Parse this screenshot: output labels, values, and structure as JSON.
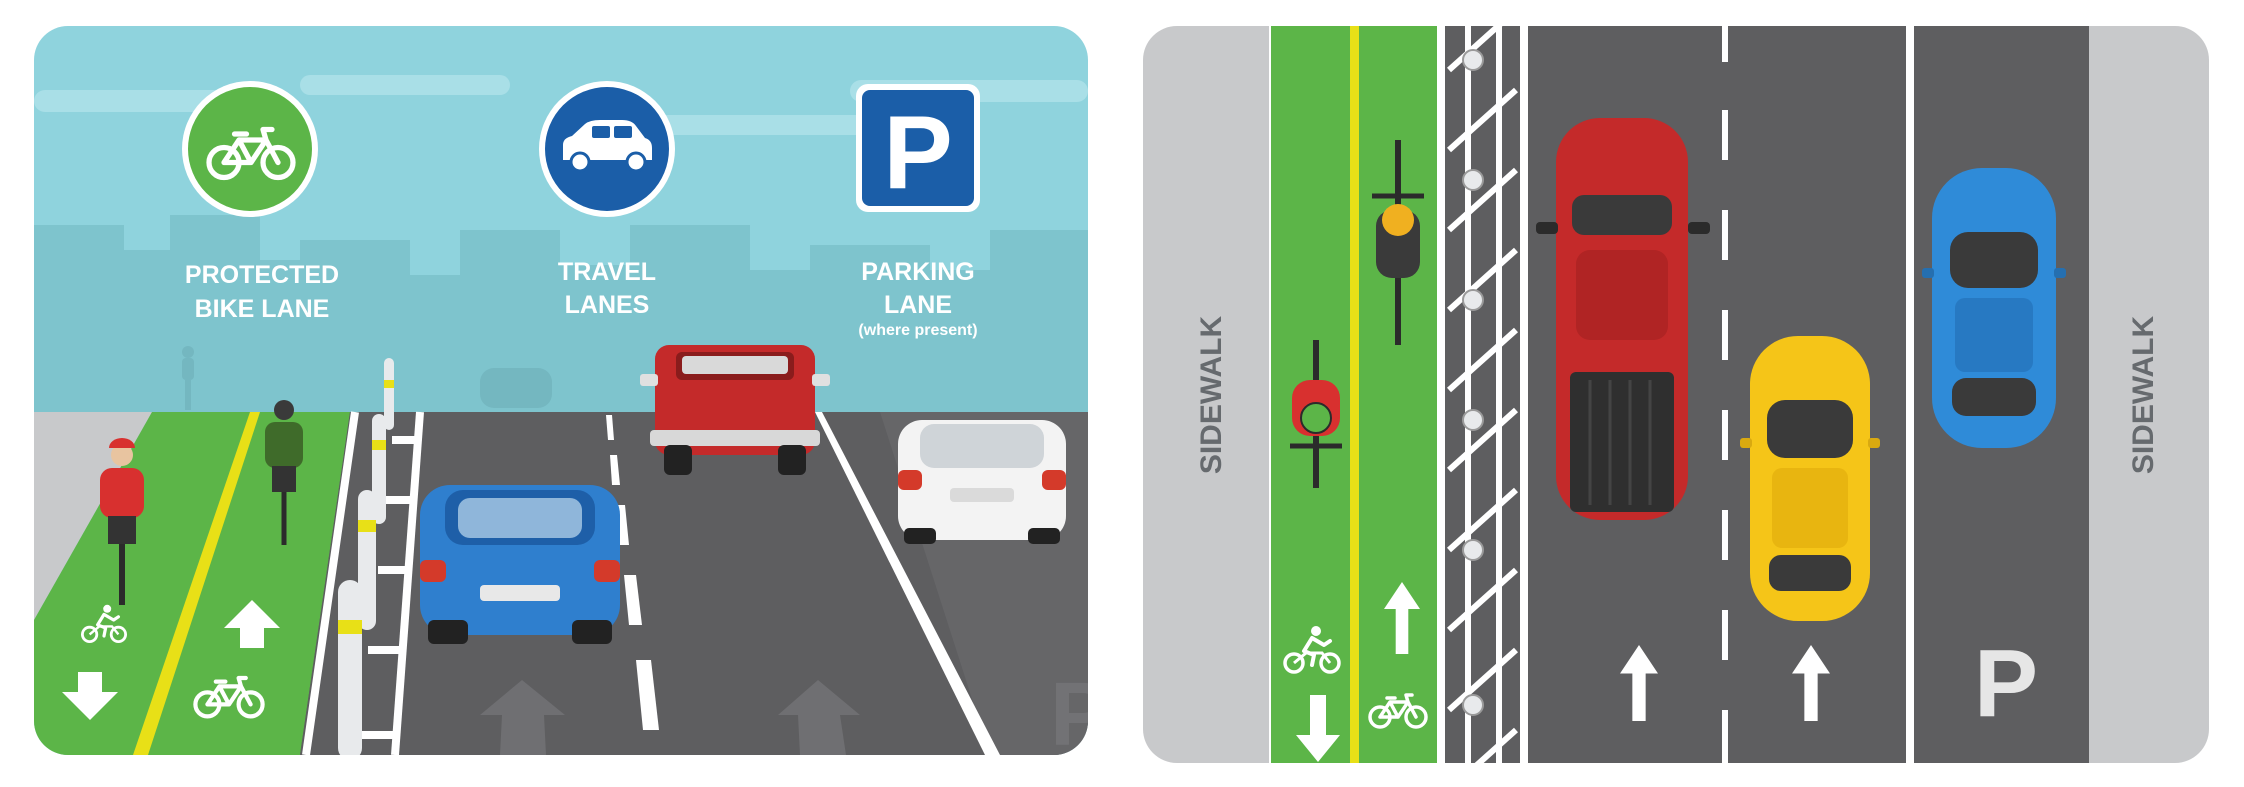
{
  "left_panel": {
    "signs": [
      {
        "icon": "bicycle-icon",
        "label_lines": [
          "PROTECTED",
          "BIKE LANE"
        ],
        "note": ""
      },
      {
        "icon": "car-icon",
        "label_lines": [
          "TRAVEL",
          "LANES"
        ],
        "note": ""
      },
      {
        "icon": "parking-icon",
        "symbol": "P",
        "label_lines": [
          "PARKING",
          "LANE"
        ],
        "note": "(where present)"
      }
    ],
    "road_marking": "P"
  },
  "right_panel": {
    "sidewalk_left": "SIDEWALK",
    "sidewalk_right": "SIDEWALK",
    "parking_symbol": "P"
  },
  "colors": {
    "sky": "#8fd3dd",
    "city": "#79bfc9",
    "asphalt": "#5e5e60",
    "bike_lane": "#5cb548",
    "divider_yellow": "#e8e017",
    "sign_green": "#5cb548",
    "sign_blue": "#1b5ea8",
    "sidewalk": "#c8c9cb"
  }
}
